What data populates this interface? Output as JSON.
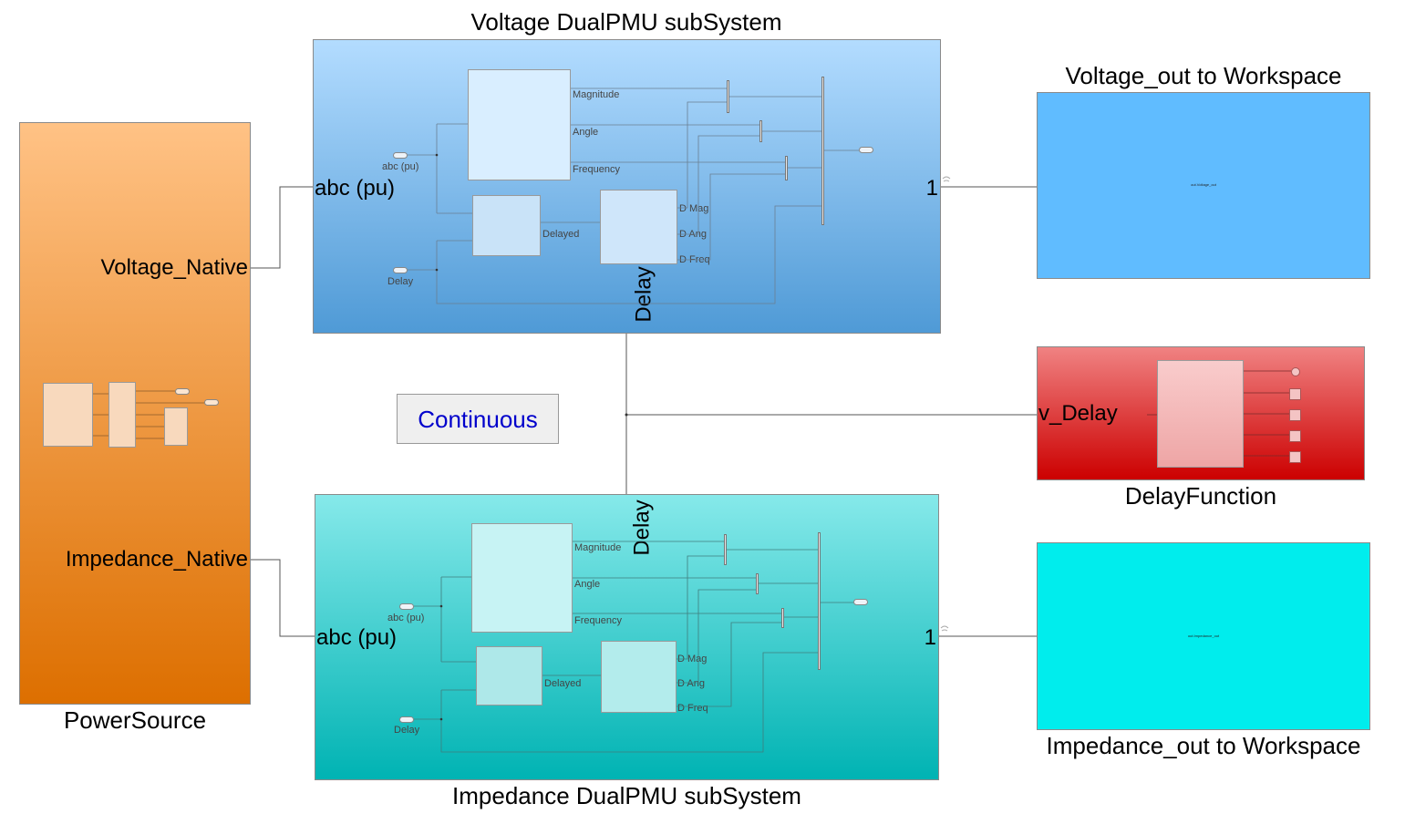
{
  "titles": {
    "voltage_subsystem": "Voltage DualPMU subSystem",
    "impedance_subsystem": "Impedance DualPMU subSystem",
    "voltage_out": "Voltage_out to Workspace",
    "impedance_out": "Impedance_out to Workspace",
    "delay_function": "DelayFunction",
    "power_source": "PowerSource"
  },
  "power_source": {
    "port_voltage": "Voltage_Native",
    "port_impedance": "Impedance_Native"
  },
  "voltage_subsystem": {
    "in_port": "abc (pu)",
    "out_port": "1",
    "delay_port": "Delay",
    "inner": {
      "abc_label": "abc (pu)",
      "delay_label": "Delay",
      "magnitude": "Magnitude",
      "angle": "Angle",
      "frequency": "Frequency",
      "delayed": "Delayed",
      "d_mag": "D Mag",
      "d_ang": "D Ang",
      "d_freq": "D Freq"
    }
  },
  "impedance_subsystem": {
    "in_port": "abc (pu)",
    "out_port": "1",
    "delay_port": "Delay",
    "inner": {
      "abc_label": "abc (pu)",
      "delay_label": "Delay",
      "magnitude": "Magnitude",
      "angle": "Angle",
      "frequency": "Frequency",
      "delayed": "Delayed",
      "d_mag": "D Mag",
      "d_ang": "D Ang",
      "d_freq": "D Freq"
    }
  },
  "voltage_out": {
    "inner_text": "out.Voltage_out"
  },
  "impedance_out": {
    "inner_text": "out.Impedance_out"
  },
  "delay_function": {
    "port": "v_Delay"
  },
  "solver": {
    "label": "Continuous"
  },
  "colors": {
    "voltage_top": "#b3dcff",
    "voltage_bottom": "#4f9ad6",
    "impedance_top": "#86e9ea",
    "impedance_bottom": "#00b3b3",
    "power_top": "#ffc285",
    "power_bottom": "#dd6f00",
    "voltage_out_fill": "#60bcff",
    "impedance_out_fill": "#00eded",
    "delay_top": "#f08282",
    "delay_bottom": "#cc0000",
    "solver_text": "#0000cc"
  }
}
